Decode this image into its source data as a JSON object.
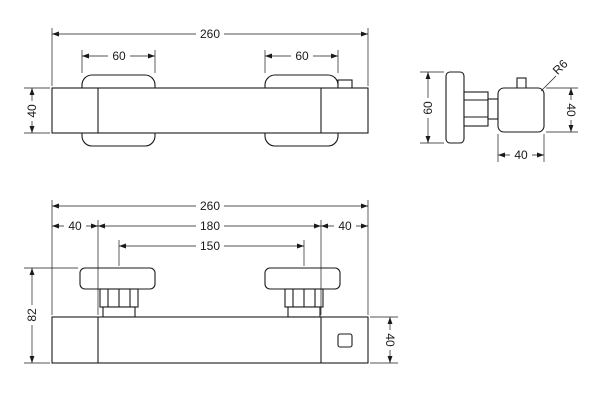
{
  "top_view": {
    "overall_length": "260",
    "left_connector_width": "60",
    "right_connector_width": "60",
    "body_height": "40"
  },
  "side_view": {
    "flange_height": "60",
    "body_height": "40",
    "body_depth": "40",
    "corner_radius": "R6"
  },
  "front_view": {
    "overall_length": "260",
    "left_offset": "40",
    "centres_max": "180",
    "centres_min": "150",
    "right_offset": "40",
    "overall_height": "82",
    "body_height": "40"
  }
}
